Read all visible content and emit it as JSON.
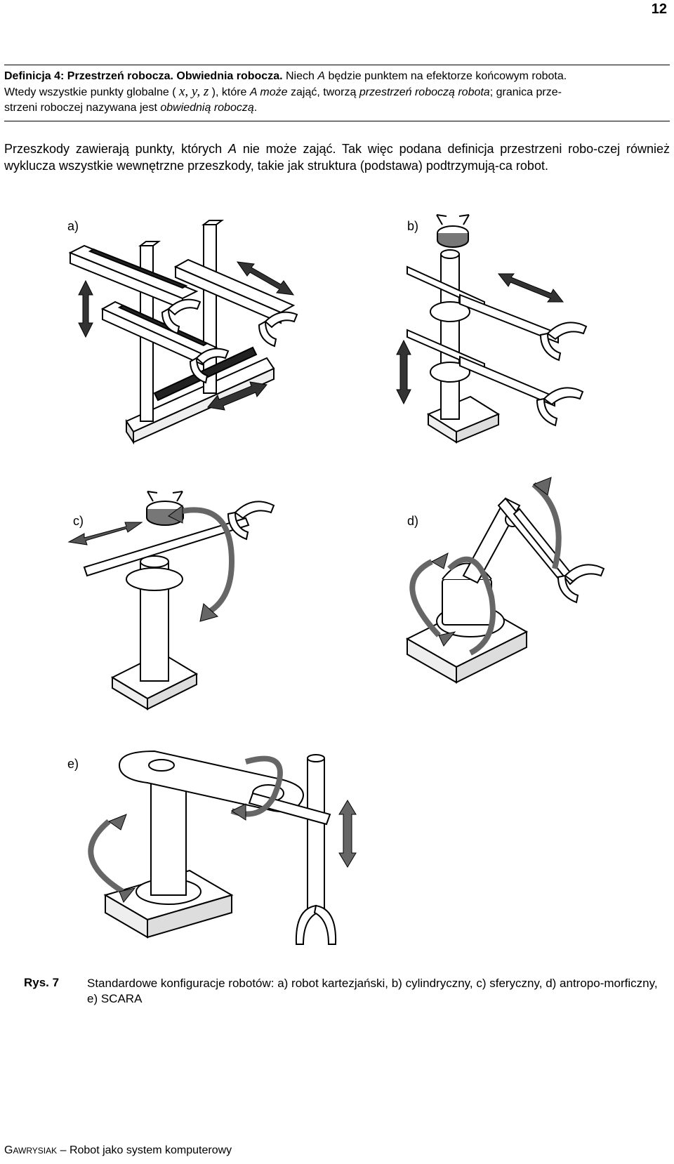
{
  "page_number": "12",
  "definition": {
    "heading": "Definicja 4: Przestrzeń robocza. Obwiednia robocza.",
    "line1_rest_1": " Niech ",
    "var_A": "A",
    "line1_rest_2": " będzie punktem na efektorze końcowym robota.",
    "line2_a": "Wtedy wszystkie punkty globalne ( ",
    "coords": "x, y, z",
    "line2_b": " ), które ",
    "var_A2": "A",
    "may_take": " może",
    "line2_c": " zająć, tworzą ",
    "workspace_term": "przestrzeń roboczą robota",
    "line2_d": "; granica prze-",
    "line3_a": "strzeni roboczej nazywana jest ",
    "envelope_term": "obwiednią roboczą",
    "line3_b": "."
  },
  "paragraph": {
    "part1": "Przeszkody zawierają punkty, których ",
    "var_A": "A",
    "part2": " nie może zająć. Tak więc podana definicja przestrzeni robo-czej również wyklucza wszystkie wewnętrzne przeszkody, takie jak struktura (podstawa) podtrzymują-ca robot."
  },
  "figure_labels": {
    "a": "a)",
    "b": "b)",
    "c": "c)",
    "d": "d)",
    "e": "e)"
  },
  "caption": {
    "label": "Rys. 7",
    "text": "Standardowe konfiguracje robotów: a) robot kartezjański, b) cylindryczny, c) sferyczny, d) antropo-morficzny, e) SCARA"
  },
  "footer": {
    "author_initial": "G",
    "author_rest": "AWRYSIAK",
    "separator": " – ",
    "title": "Robot jako system komputerowy"
  },
  "icons": [
    "double-arrow-icon",
    "rotation-arrow-icon",
    "gripper-icon"
  ]
}
